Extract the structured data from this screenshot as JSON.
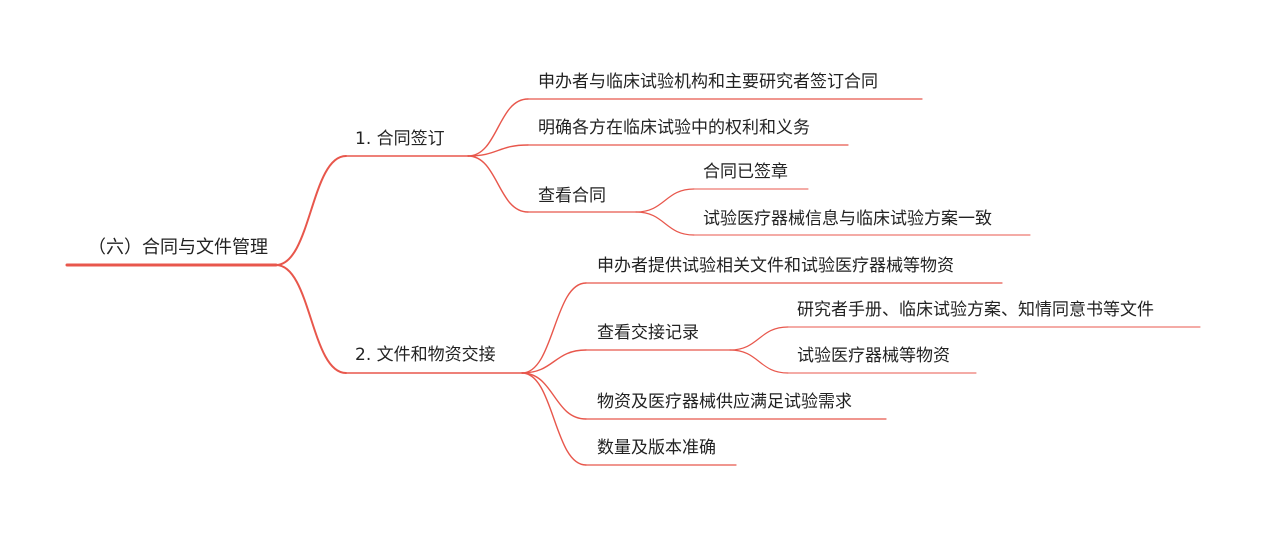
{
  "mindmap": {
    "line_color": "#e8574c",
    "root": {
      "label": "（六）合同与文件管理"
    },
    "branches": [
      {
        "label": "1. 合同签订",
        "children": [
          {
            "label": "申办者与临床试验机构和主要研究者签订合同"
          },
          {
            "label": "明确各方在临床试验中的权利和义务"
          },
          {
            "label": "查看合同",
            "children": [
              {
                "label": "合同已签章"
              },
              {
                "label": "试验医疗器械信息与临床试验方案一致"
              }
            ]
          }
        ]
      },
      {
        "label": "2. 文件和物资交接",
        "children": [
          {
            "label": "申办者提供试验相关文件和试验医疗器械等物资"
          },
          {
            "label": "查看交接记录",
            "children": [
              {
                "label": "研究者手册、临床试验方案、知情同意书等文件"
              },
              {
                "label": "试验医疗器械等物资"
              }
            ]
          },
          {
            "label": "物资及医疗器械供应满足试验需求"
          },
          {
            "label": "数量及版本准确"
          }
        ]
      }
    ]
  }
}
